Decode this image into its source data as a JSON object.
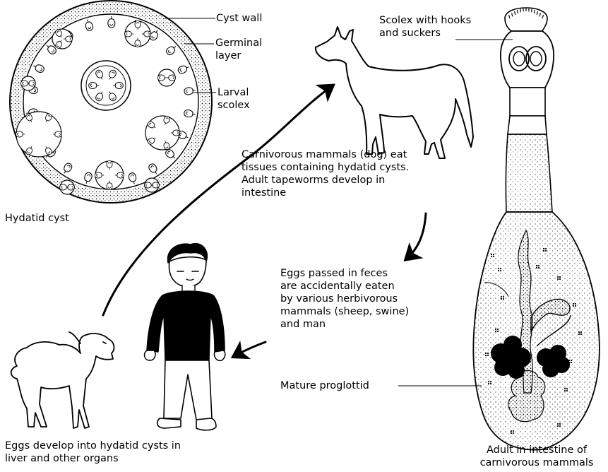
{
  "labels": {
    "cyst_wall": "Cyst wall",
    "germinal_layer": "Germinal\nlayer",
    "larval_scolex": "Larval\nscolex",
    "hydatid_cyst": "Hydatid cyst",
    "scolex": "Scolex with hooks\nand suckers",
    "dog_stage": "Carnivorous mammals (dog) eat\ntissues containing hydatid cysts.\nAdult tapeworms develop in\nintestine",
    "eggs_passed": "Eggs passed in feces\nare accidentally eaten\nby various herbivorous\nmammals (sheep, swine)\nand man",
    "proglottid": "Mature proglottid",
    "cysts_develop": "Eggs develop into hydatid cysts in\nliver and other organs",
    "adult": "Adult in intestine of\ncarnivorous mammals"
  }
}
